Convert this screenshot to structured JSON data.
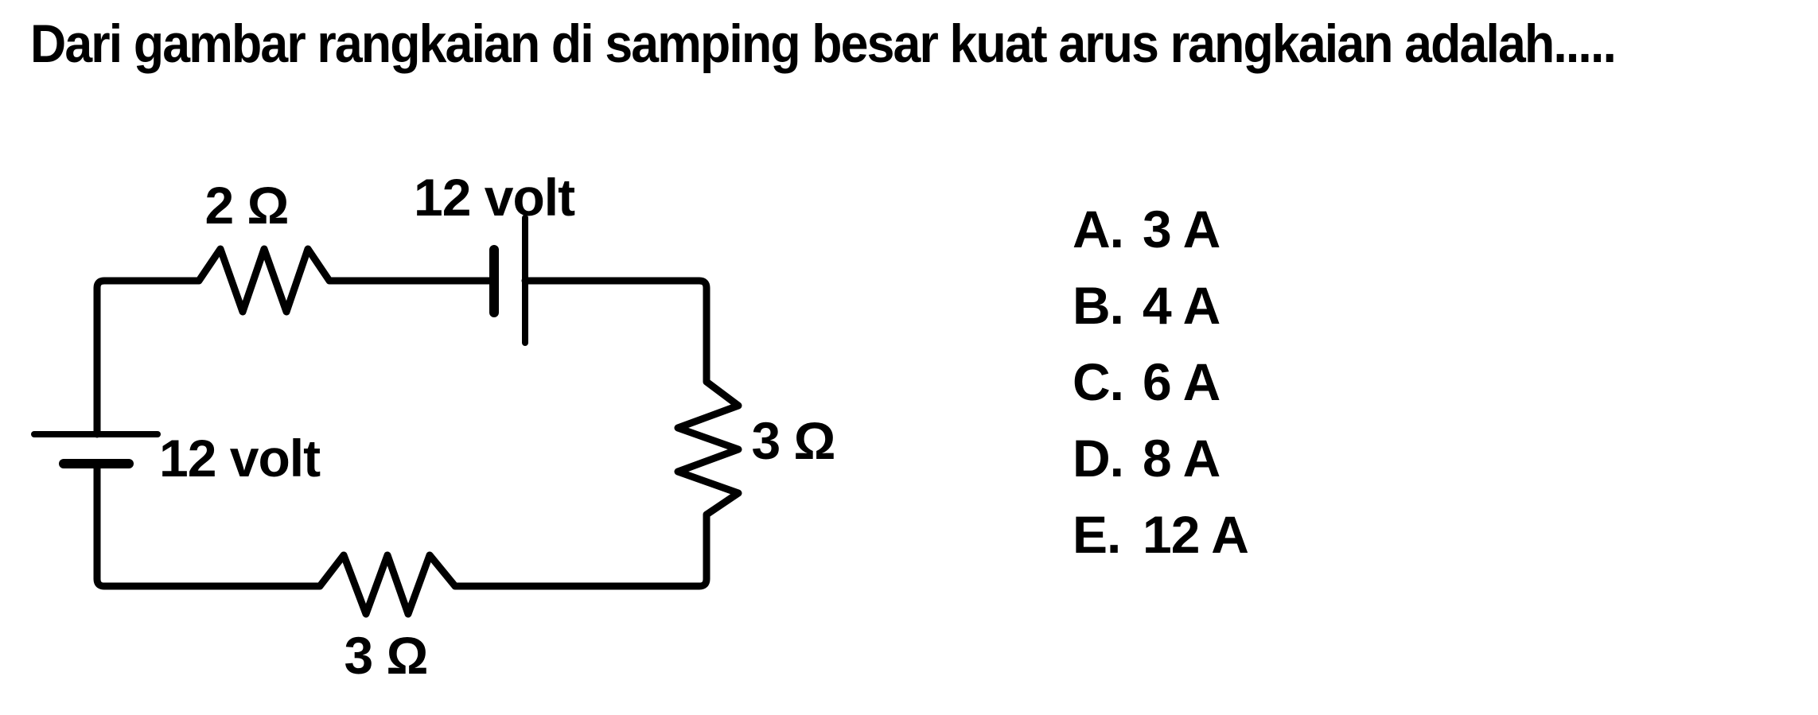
{
  "question": {
    "text": "Dari gambar rangkaian di samping besar kuat arus rangkaian adalah....."
  },
  "circuit": {
    "description": "series-circuit-with-two-batteries-and-three-resistors",
    "components": [
      {
        "type": "resistor",
        "value": "2 Ω",
        "position": "top"
      },
      {
        "type": "battery",
        "value": "12 volt",
        "position": "top"
      },
      {
        "type": "resistor",
        "value": "3 Ω",
        "position": "right"
      },
      {
        "type": "resistor",
        "value": "3 Ω",
        "position": "bottom"
      },
      {
        "type": "battery",
        "value": "12 volt",
        "position": "left"
      }
    ]
  },
  "options": [
    {
      "label": "A.",
      "value": "3 A"
    },
    {
      "label": "B.",
      "value": "4 A"
    },
    {
      "label": "C.",
      "value": "6 A"
    },
    {
      "label": "D.",
      "value": "8 A"
    },
    {
      "label": "E.",
      "value": "12 A"
    }
  ],
  "colors": {
    "ink": "#000000",
    "background": "#ffffff"
  }
}
